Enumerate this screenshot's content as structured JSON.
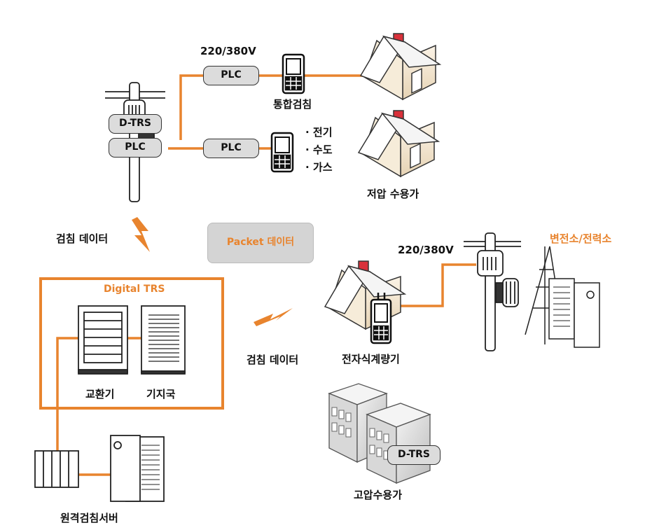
{
  "labels": {
    "voltage_top": "220/380V",
    "plc_top": "PLC",
    "plc_bottom": "PLC",
    "pole_dtrs": "D-TRS",
    "pole_plc": "PLC",
    "integrated_meter": "통합검침",
    "meter_types": [
      "· 전기",
      "· 수도",
      "· 가스"
    ],
    "low_voltage_customer": "저압 수용가",
    "meter_data_left": "검침 데이터",
    "packet_data": "Packet 데이터",
    "substation": "변전소/전력소",
    "voltage_right": "220/380V",
    "digital_trs": "Digital TRS",
    "switch": "교환기",
    "base_station": "기지국",
    "meter_data_mid": "검침 데이터",
    "electronic_meter": "전자식계량기",
    "building_dtrs": "D-TRS",
    "high_voltage_customer": "고압수용가",
    "remote_server": "원격검침서버"
  },
  "colors": {
    "accent": "#e8842e",
    "house_wall": "#f6ecd9",
    "house_roof": "#ffffff",
    "chimney": "#d9303a",
    "pill_fill": "#dcdcdc",
    "packet_fill": "#d4d4d4"
  }
}
